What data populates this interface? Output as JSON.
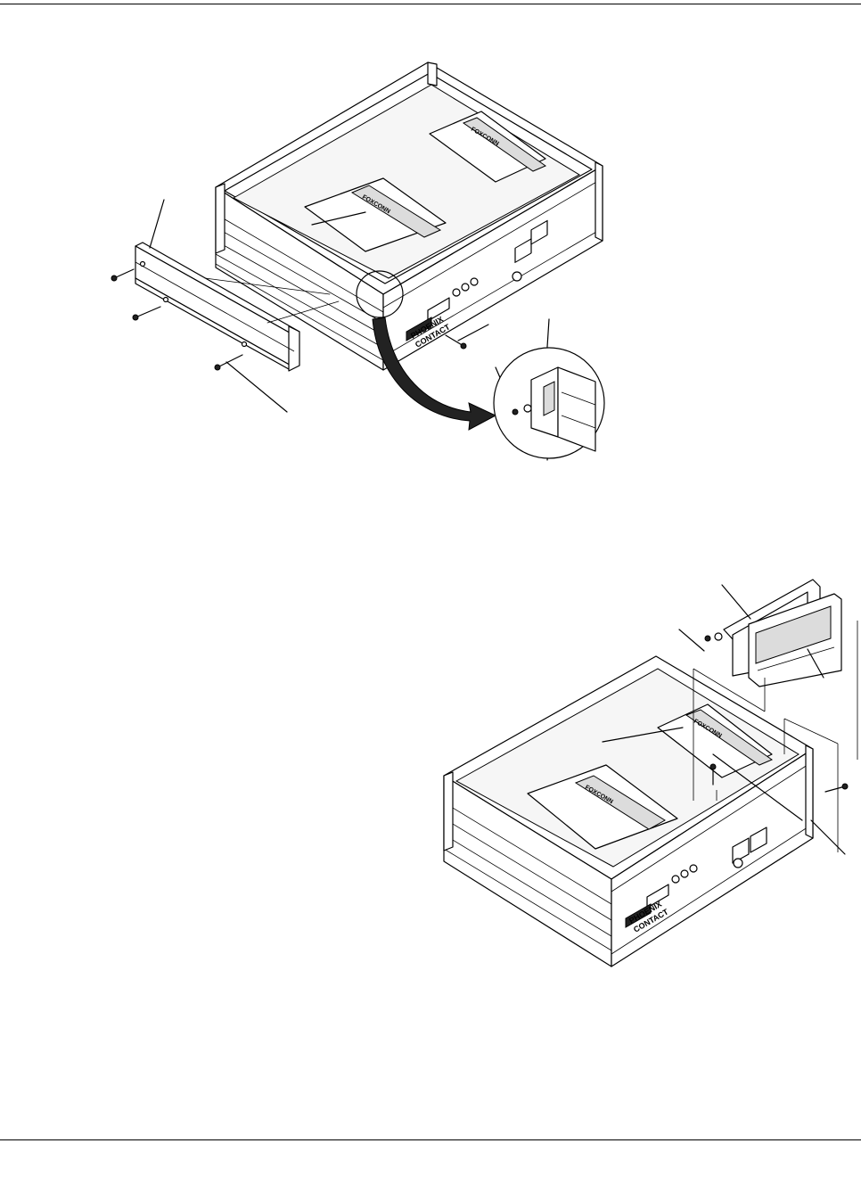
{
  "figures": [
    {
      "id": "figure-1",
      "brand_line1": "PHOENIX",
      "brand_line2": "CONTACT",
      "card_vendor": "FOXCONN"
    },
    {
      "id": "figure-2",
      "brand_line1": "PHOENIX",
      "brand_line2": "CONTACT",
      "card_vendor": "FOXCONN"
    }
  ],
  "colors": {
    "line": "#000000",
    "background": "#ffffff",
    "arrow": "#000000"
  }
}
